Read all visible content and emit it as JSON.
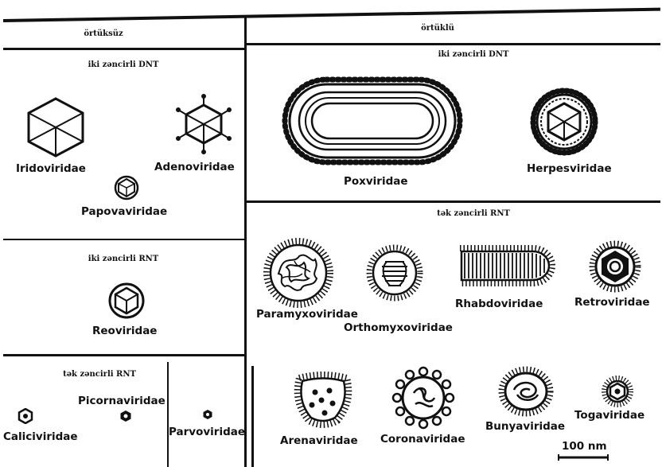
{
  "sections": {
    "enveloped_header": "örtüklü",
    "nonenveloped_header": "örtüksüz",
    "dsdna_left": "iki zəncirli DNT",
    "dsdna_right": "iki zəncirli DNT",
    "dsrna_left": "iki zəncirli RNT",
    "ssrna_left": "tək zəncirli RNT",
    "ssrna_right": "tək zəncirli RNT"
  },
  "viruses": {
    "iridoviridae": "Iridoviridae",
    "adenoviridae": "Adenoviridae",
    "papovaviridae": "Papovaviridae",
    "reoviridae": "Reoviridae",
    "picornaviridae": "Picornaviridae",
    "caliciviridae": "Caliciviridae",
    "parvoviridae": "Parvoviridae",
    "poxviridae": "Poxviridae",
    "herpesviridae": "Herpesviridae",
    "paramyxoviridae": "Paramyxoviridae",
    "orthomyxoviridae": "Orthomyxoviridae",
    "rhabdoviridae": "Rhabdoviridae",
    "retroviridae": "Retroviridae",
    "arenaviridae": "Arenaviridae",
    "coronaviridae": "Coronaviridae",
    "bunyaviridae": "Bunyaviridae",
    "togaviridae": "Togaviridae"
  },
  "scale_bar": {
    "label": "100 nm"
  },
  "colors": {
    "ink": "#111111",
    "paper": "#ffffff"
  }
}
